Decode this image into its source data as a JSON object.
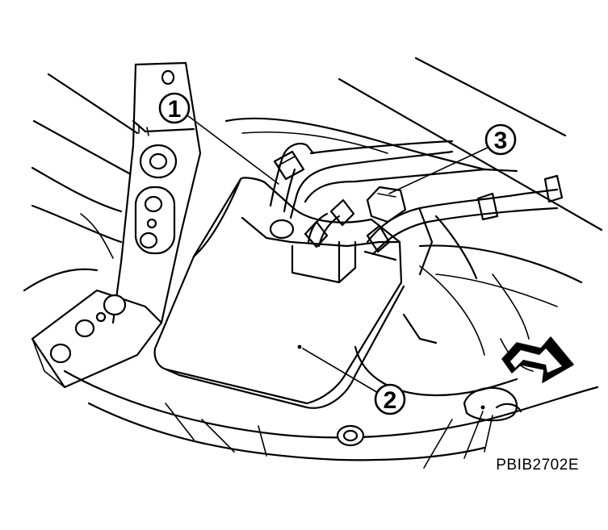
{
  "callouts": [
    {
      "number": "1"
    },
    {
      "number": "2"
    },
    {
      "number": "3"
    }
  ],
  "figure_code": "PBIB2702E",
  "icons": [
    "front-direction-arrow-icon"
  ]
}
